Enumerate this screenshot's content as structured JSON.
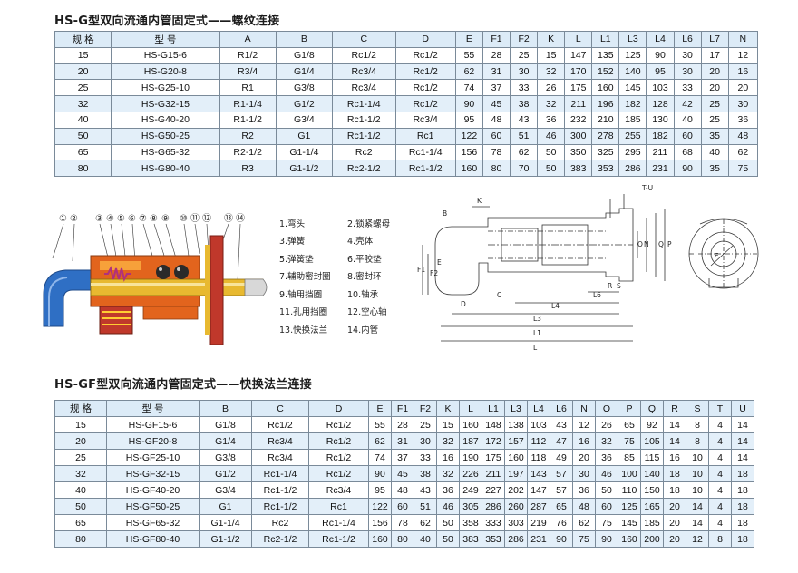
{
  "section1": {
    "title": "HS-G型双向流通内管固定式——螺纹连接",
    "headers": [
      "规 格",
      "型 号",
      "A",
      "B",
      "C",
      "D",
      "E",
      "F1",
      "F2",
      "K",
      "L",
      "L1",
      "L3",
      "L4",
      "L6",
      "L7",
      "N"
    ],
    "rows": [
      [
        "15",
        "HS-G15-6",
        "R1/2",
        "G1/8",
        "Rc1/2",
        "Rc1/2",
        "55",
        "28",
        "25",
        "15",
        "147",
        "135",
        "125",
        "90",
        "30",
        "17",
        "12"
      ],
      [
        "20",
        "HS-G20-8",
        "R3/4",
        "G1/4",
        "Rc3/4",
        "Rc1/2",
        "62",
        "31",
        "30",
        "32",
        "170",
        "152",
        "140",
        "95",
        "30",
        "20",
        "16"
      ],
      [
        "25",
        "HS-G25-10",
        "R1",
        "G3/8",
        "Rc3/4",
        "Rc1/2",
        "74",
        "37",
        "33",
        "26",
        "175",
        "160",
        "145",
        "103",
        "33",
        "20",
        "20"
      ],
      [
        "32",
        "HS-G32-15",
        "R1-1/4",
        "G1/2",
        "Rc1-1/4",
        "Rc1/2",
        "90",
        "45",
        "38",
        "32",
        "211",
        "196",
        "182",
        "128",
        "42",
        "25",
        "30"
      ],
      [
        "40",
        "HS-G40-20",
        "R1-1/2",
        "G3/4",
        "Rc1-1/2",
        "Rc3/4",
        "95",
        "48",
        "43",
        "36",
        "232",
        "210",
        "185",
        "130",
        "40",
        "25",
        "36"
      ],
      [
        "50",
        "HS-G50-25",
        "R2",
        "G1",
        "Rc1-1/2",
        "Rc1",
        "122",
        "60",
        "51",
        "46",
        "300",
        "278",
        "255",
        "182",
        "60",
        "35",
        "48"
      ],
      [
        "65",
        "HS-G65-32",
        "R2-1/2",
        "G1-1/4",
        "Rc2",
        "Rc1-1/4",
        "156",
        "78",
        "62",
        "50",
        "350",
        "325",
        "295",
        "211",
        "68",
        "40",
        "62"
      ],
      [
        "80",
        "HS-G80-40",
        "R3",
        "G1-1/2",
        "Rc2-1/2",
        "Rc1-1/2",
        "160",
        "80",
        "70",
        "50",
        "383",
        "353",
        "286",
        "231",
        "90",
        "35",
        "75"
      ]
    ]
  },
  "parts": {
    "callout_numbers": [
      "①",
      "②",
      "③",
      "④",
      "⑤",
      "⑥",
      "⑦",
      "⑧",
      "⑨",
      "⑩",
      "⑪",
      "⑫",
      "⑬",
      "⑭"
    ],
    "list": [
      [
        "1.弯头",
        "2.锁紧螺母"
      ],
      [
        "3.弹簧",
        "4.壳体"
      ],
      [
        "5.弹簧垫",
        "6.平胶垫"
      ],
      [
        "7.辅助密封圈",
        "8.密封环"
      ],
      [
        "9.轴用挡圈",
        "10.轴承"
      ],
      [
        "11.孔用挡圈",
        "12.空心轴"
      ],
      [
        "13.快换法兰",
        "14.内管"
      ]
    ]
  },
  "dimension_drawing": {
    "labels": [
      "T-U",
      "B",
      "K",
      "E",
      "F1",
      "F2",
      "D",
      "C",
      "O",
      "S",
      "N",
      "Q",
      "P",
      "R",
      "L6",
      "L4",
      "L3",
      "L1",
      "L"
    ]
  },
  "section2": {
    "title": "HS-GF型双向流通内管固定式——快换法兰连接",
    "headers": [
      "规 格",
      "型 号",
      "B",
      "C",
      "D",
      "E",
      "F1",
      "F2",
      "K",
      "L",
      "L1",
      "L3",
      "L4",
      "L6",
      "N",
      "O",
      "P",
      "Q",
      "R",
      "S",
      "T",
      "U"
    ],
    "rows": [
      [
        "15",
        "HS-GF15-6",
        "G1/8",
        "Rc1/2",
        "Rc1/2",
        "55",
        "28",
        "25",
        "15",
        "160",
        "148",
        "138",
        "103",
        "43",
        "12",
        "26",
        "65",
        "92",
        "14",
        "8",
        "4",
        "14"
      ],
      [
        "20",
        "HS-GF20-8",
        "G1/4",
        "Rc3/4",
        "Rc1/2",
        "62",
        "31",
        "30",
        "32",
        "187",
        "172",
        "157",
        "112",
        "47",
        "16",
        "32",
        "75",
        "105",
        "14",
        "8",
        "4",
        "14"
      ],
      [
        "25",
        "HS-GF25-10",
        "G3/8",
        "Rc3/4",
        "Rc1/2",
        "74",
        "37",
        "33",
        "16",
        "190",
        "175",
        "160",
        "118",
        "49",
        "20",
        "36",
        "85",
        "115",
        "16",
        "10",
        "4",
        "14"
      ],
      [
        "32",
        "HS-GF32-15",
        "G1/2",
        "Rc1-1/4",
        "Rc1/2",
        "90",
        "45",
        "38",
        "32",
        "226",
        "211",
        "197",
        "143",
        "57",
        "30",
        "46",
        "100",
        "140",
        "18",
        "10",
        "4",
        "18"
      ],
      [
        "40",
        "HS-GF40-20",
        "G3/4",
        "Rc1-1/2",
        "Rc3/4",
        "95",
        "48",
        "43",
        "36",
        "249",
        "227",
        "202",
        "147",
        "57",
        "36",
        "50",
        "110",
        "150",
        "18",
        "10",
        "4",
        "18"
      ],
      [
        "50",
        "HS-GF50-25",
        "G1",
        "Rc1-1/2",
        "Rc1",
        "122",
        "60",
        "51",
        "46",
        "305",
        "286",
        "260",
        "287",
        "65",
        "48",
        "60",
        "125",
        "165",
        "20",
        "14",
        "4",
        "18"
      ],
      [
        "65",
        "HS-GF65-32",
        "G1-1/4",
        "Rc2",
        "Rc1-1/4",
        "156",
        "78",
        "62",
        "50",
        "358",
        "333",
        "303",
        "219",
        "76",
        "62",
        "75",
        "145",
        "185",
        "20",
        "14",
        "4",
        "18"
      ],
      [
        "80",
        "HS-GF80-40",
        "G1-1/2",
        "Rc2-1/2",
        "Rc1-1/2",
        "160",
        "80",
        "40",
        "50",
        "383",
        "353",
        "286",
        "231",
        "90",
        "75",
        "90",
        "160",
        "200",
        "20",
        "12",
        "8",
        "18"
      ]
    ]
  },
  "colors": {
    "table_header_bg": "#dcebf7",
    "table_row_alt_bg": "#e3eff9",
    "grid_line": "#7a8a99",
    "housing_orange": "#e2641d",
    "elbow_blue": "#2f6fc4",
    "flange_red": "#c0382b",
    "shaft_yellow": "#e8b930",
    "spring_magenta": "#b0307d"
  }
}
